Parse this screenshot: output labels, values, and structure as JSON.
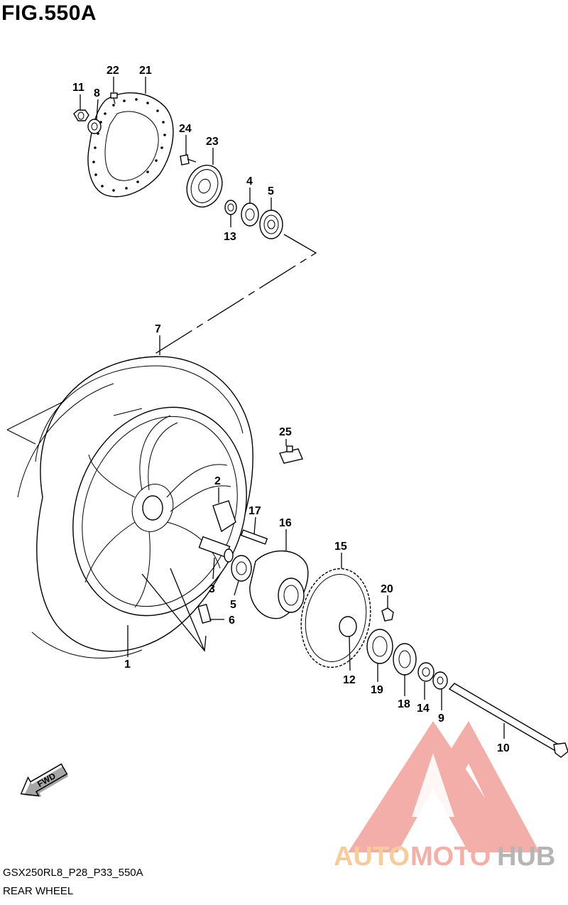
{
  "figure": {
    "title": "FIG.550A",
    "code": "GSX250RL8_P28_P33_550A",
    "name": "REAR WHEEL"
  },
  "direction_badge": "FWD",
  "watermark": {
    "brand_part1": "AUTO",
    "brand_part2": "MOTO",
    "brand_part3": "HUB",
    "colors": {
      "auto": "#f6c48a",
      "moto": "#f3a39a",
      "hub": "#a9a9a9",
      "triangle": "#f2a09b"
    }
  },
  "callouts": [
    {
      "id": "c11",
      "num": "11"
    },
    {
      "id": "c22",
      "num": "22"
    },
    {
      "id": "c21",
      "num": "21"
    },
    {
      "id": "c8",
      "num": "8"
    },
    {
      "id": "c24",
      "num": "24"
    },
    {
      "id": "c23",
      "num": "23"
    },
    {
      "id": "c4",
      "num": "4"
    },
    {
      "id": "c5a",
      "num": "5"
    },
    {
      "id": "c13",
      "num": "13"
    },
    {
      "id": "c7",
      "num": "7"
    },
    {
      "id": "c25",
      "num": "25"
    },
    {
      "id": "c2",
      "num": "2"
    },
    {
      "id": "c17",
      "num": "17"
    },
    {
      "id": "c16",
      "num": "16"
    },
    {
      "id": "c15",
      "num": "15"
    },
    {
      "id": "c3",
      "num": "3"
    },
    {
      "id": "c5b",
      "num": "5"
    },
    {
      "id": "c20",
      "num": "20"
    },
    {
      "id": "c6",
      "num": "6"
    },
    {
      "id": "c1",
      "num": "1"
    },
    {
      "id": "c12",
      "num": "12"
    },
    {
      "id": "c19",
      "num": "19"
    },
    {
      "id": "c18",
      "num": "18"
    },
    {
      "id": "c14",
      "num": "14"
    },
    {
      "id": "c9",
      "num": "9"
    },
    {
      "id": "c10",
      "num": "10"
    }
  ]
}
